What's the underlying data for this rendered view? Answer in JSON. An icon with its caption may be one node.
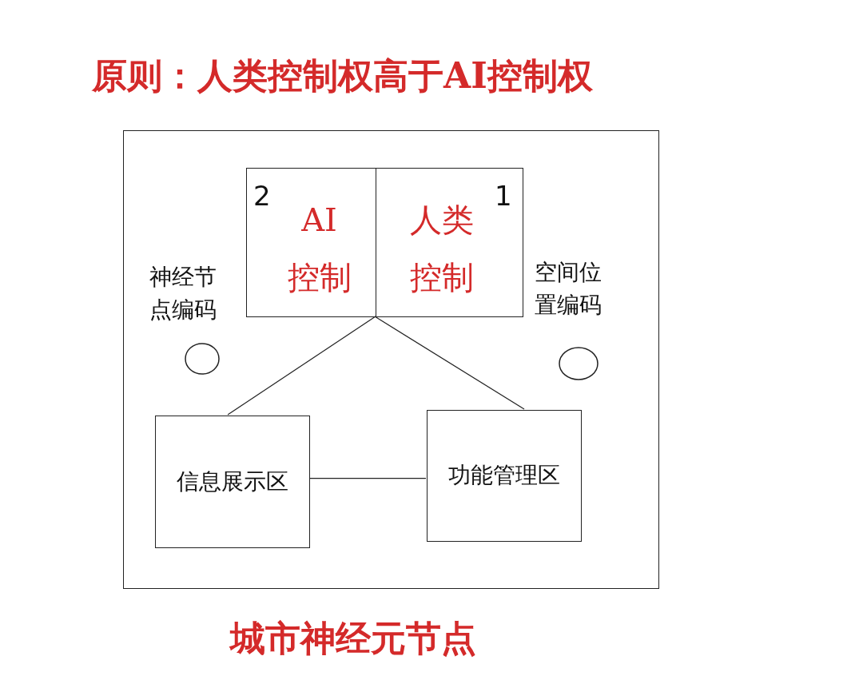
{
  "diagram": {
    "title": "原则：人类控制权高于AI控制权",
    "caption": "城市神经元节点",
    "nodes": [
      {
        "text": [],
        "shape": "box"
      },
      {
        "text": [
          "2",
          "AI控制"
        ],
        "in": 0
      },
      {
        "text": [
          "人类控制",
          "1"
        ],
        "in": 0
      },
      {
        "text": [
          "神经节点编码"
        ],
        "in": 0
      },
      {
        "text": [
          "空间位置编码"
        ],
        "in": 0
      },
      {
        "text": [
          "信息展示区"
        ],
        "in": 0
      },
      {
        "text": [
          "功能管理区"
        ],
        "in": 0
      }
    ],
    "edges": [
      {
        "from": 1,
        "to": 5,
        "arrow": "none"
      },
      {
        "from": 2,
        "to": 6,
        "arrow": "none"
      },
      {
        "from": 5,
        "to": 6,
        "arrow": "none"
      }
    ]
  }
}
